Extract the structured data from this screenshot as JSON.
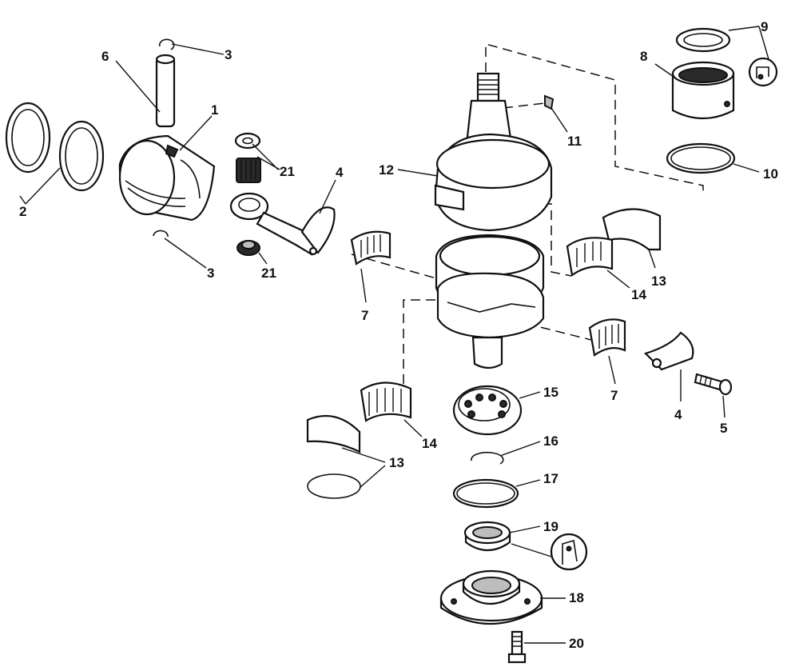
{
  "callouts": [
    {
      "id": "c1",
      "text": "1"
    },
    {
      "id": "c2",
      "text": "2"
    },
    {
      "id": "c3a",
      "text": "3"
    },
    {
      "id": "c3b",
      "text": "3"
    },
    {
      "id": "c4a",
      "text": "4"
    },
    {
      "id": "c4b",
      "text": "4"
    },
    {
      "id": "c5",
      "text": "5"
    },
    {
      "id": "c6",
      "text": "6"
    },
    {
      "id": "c7a",
      "text": "7"
    },
    {
      "id": "c7b",
      "text": "7"
    },
    {
      "id": "c8",
      "text": "8"
    },
    {
      "id": "c9",
      "text": "9"
    },
    {
      "id": "c10",
      "text": "10"
    },
    {
      "id": "c11",
      "text": "11"
    },
    {
      "id": "c12",
      "text": "12"
    },
    {
      "id": "c13a",
      "text": "13"
    },
    {
      "id": "c13b",
      "text": "13"
    },
    {
      "id": "c14a",
      "text": "14"
    },
    {
      "id": "c14b",
      "text": "14"
    },
    {
      "id": "c15",
      "text": "15"
    },
    {
      "id": "c16",
      "text": "16"
    },
    {
      "id": "c17",
      "text": "17"
    },
    {
      "id": "c18",
      "text": "18"
    },
    {
      "id": "c19",
      "text": "19"
    },
    {
      "id": "c20",
      "text": "20"
    },
    {
      "id": "c21a",
      "text": "21"
    },
    {
      "id": "c21b",
      "text": "21"
    }
  ]
}
